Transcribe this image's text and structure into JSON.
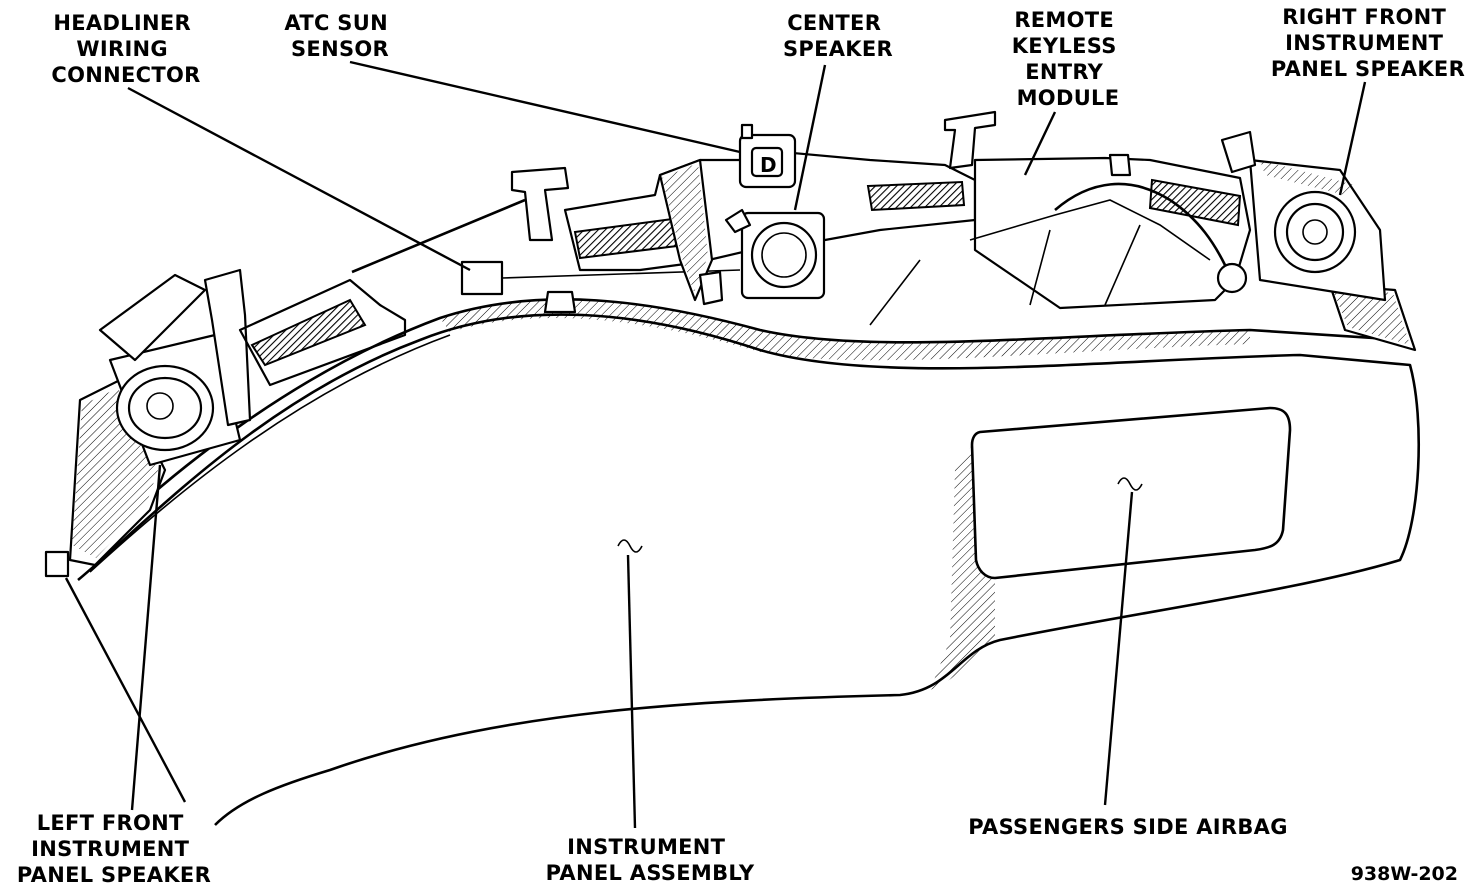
{
  "diagram": {
    "labels": {
      "headliner_wiring_connector": [
        "HEADLINER",
        "WIRING",
        "CONNECTOR"
      ],
      "atc_sun_sensor": [
        "ATC SUN",
        "SENSOR"
      ],
      "center_speaker": [
        "CENTER",
        "SPEAKER"
      ],
      "remote_keyless_entry_module": [
        "REMOTE",
        "KEYLESS",
        "ENTRY",
        "MODULE"
      ],
      "right_front_speaker": [
        "RIGHT FRONT",
        "INSTRUMENT",
        "PANEL SPEAKER"
      ],
      "left_front_speaker": [
        "LEFT FRONT",
        "INSTRUMENT",
        "PANEL SPEAKER"
      ],
      "instrument_panel_assembly": [
        "INSTRUMENT",
        "PANEL ASSEMBLY"
      ],
      "passengers_side_airbag": [
        "PASSENGERS SIDE AIRBAG"
      ]
    },
    "figure_id": "938W-202",
    "colors": {
      "ink": "#000000",
      "paper": "#ffffff"
    }
  }
}
